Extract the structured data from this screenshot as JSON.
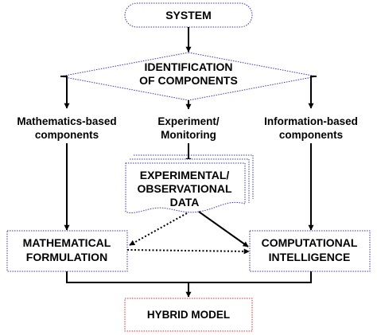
{
  "diagram": {
    "system": "SYSTEM",
    "identification": {
      "line1": "IDENTIFICATION",
      "line2": "OF COMPONENTS"
    },
    "branches": {
      "left": {
        "line1": "Mathematics-based",
        "line2": "components"
      },
      "middle": {
        "line1": "Experiment/",
        "line2": "Monitoring"
      },
      "right": {
        "line1": "Information-based",
        "line2": "components"
      }
    },
    "data_document": {
      "line1": "EXPERIMENTAL/",
      "line2": "OBSERVATIONAL",
      "line3": "DATA"
    },
    "math_formulation": {
      "line1": "MATHEMATICAL",
      "line2": "FORMULATION"
    },
    "computational_intelligence": {
      "line1": "COMPUTATIONAL",
      "line2": "INTELLIGENCE"
    },
    "hybrid_model": "HYBRID MODEL"
  },
  "colors": {
    "blue_dotted_border": "#3a3aa8",
    "red_border": "#e03030",
    "ink": "#000000"
  }
}
